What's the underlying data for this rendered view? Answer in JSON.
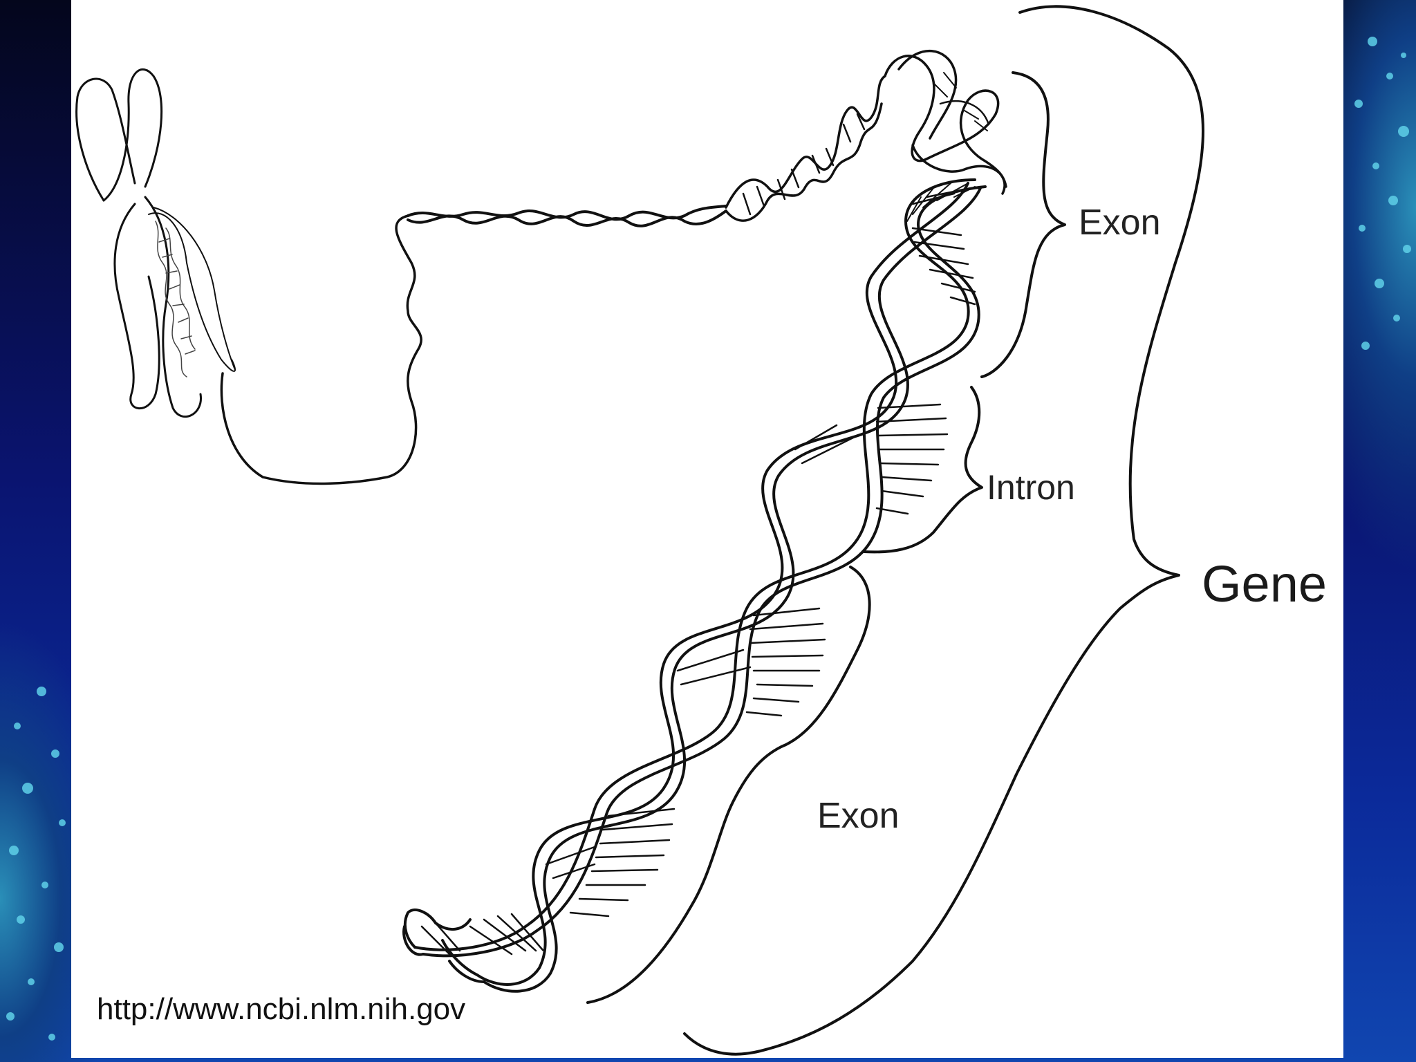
{
  "diagram": {
    "labels": {
      "exon_top": "Exon",
      "intron": "Intron",
      "exon_bottom": "Exon",
      "gene": "Gene"
    },
    "source_url": "http://www.ncbi.nlm.nih.gov"
  },
  "colors": {
    "background_dark": "#05082a",
    "background_blue": "#0b2a9a",
    "panel": "#ffffff",
    "ink": "#111111"
  },
  "icons": [
    "chromosome-icon",
    "dna-helix-icon",
    "brace-icon"
  ]
}
